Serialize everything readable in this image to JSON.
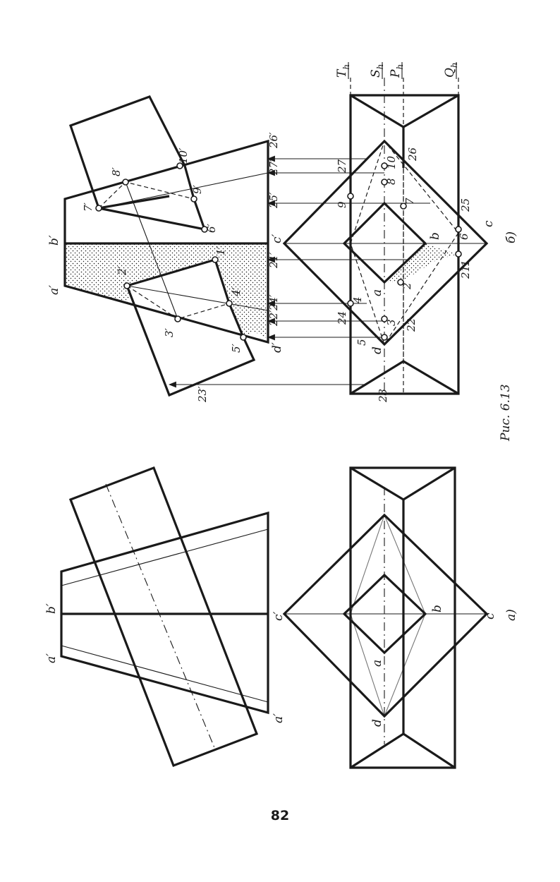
{
  "page_number": "82",
  "caption": "Рис. 6.13",
  "panels": {
    "a": {
      "label": "а)",
      "front_labels": {
        "a_prime_top": "a′",
        "b_prime": "b′",
        "c_prime": "c′",
        "a_prime_bottom": "a′"
      },
      "top_labels": {
        "a": "a",
        "b": "b",
        "c": "c",
        "d": "d"
      }
    },
    "b": {
      "label": "б)",
      "front_labels": {
        "a_prime": "a′",
        "b_prime": "b′",
        "c_prime": "c′",
        "d_prime": "d′"
      },
      "front_points": [
        "1′",
        "2′",
        "3′",
        "4′",
        "5′",
        "6′",
        "7′",
        "8′",
        "9′",
        "10′",
        "21′",
        "22′",
        "23′",
        "24′",
        "25′",
        "26′",
        "27′"
      ],
      "top_labels": {
        "a": "a",
        "b": "b",
        "c": "c",
        "d": "d"
      },
      "top_points": [
        "1",
        "2",
        "3",
        "4",
        "5",
        "6",
        "7",
        "8",
        "9",
        "10",
        "21",
        "22",
        "23",
        "24",
        "25",
        "26",
        "27"
      ],
      "planes": {
        "T": "T",
        "S": "S",
        "P": "P",
        "Q": "Q",
        "sub": "h"
      }
    }
  }
}
